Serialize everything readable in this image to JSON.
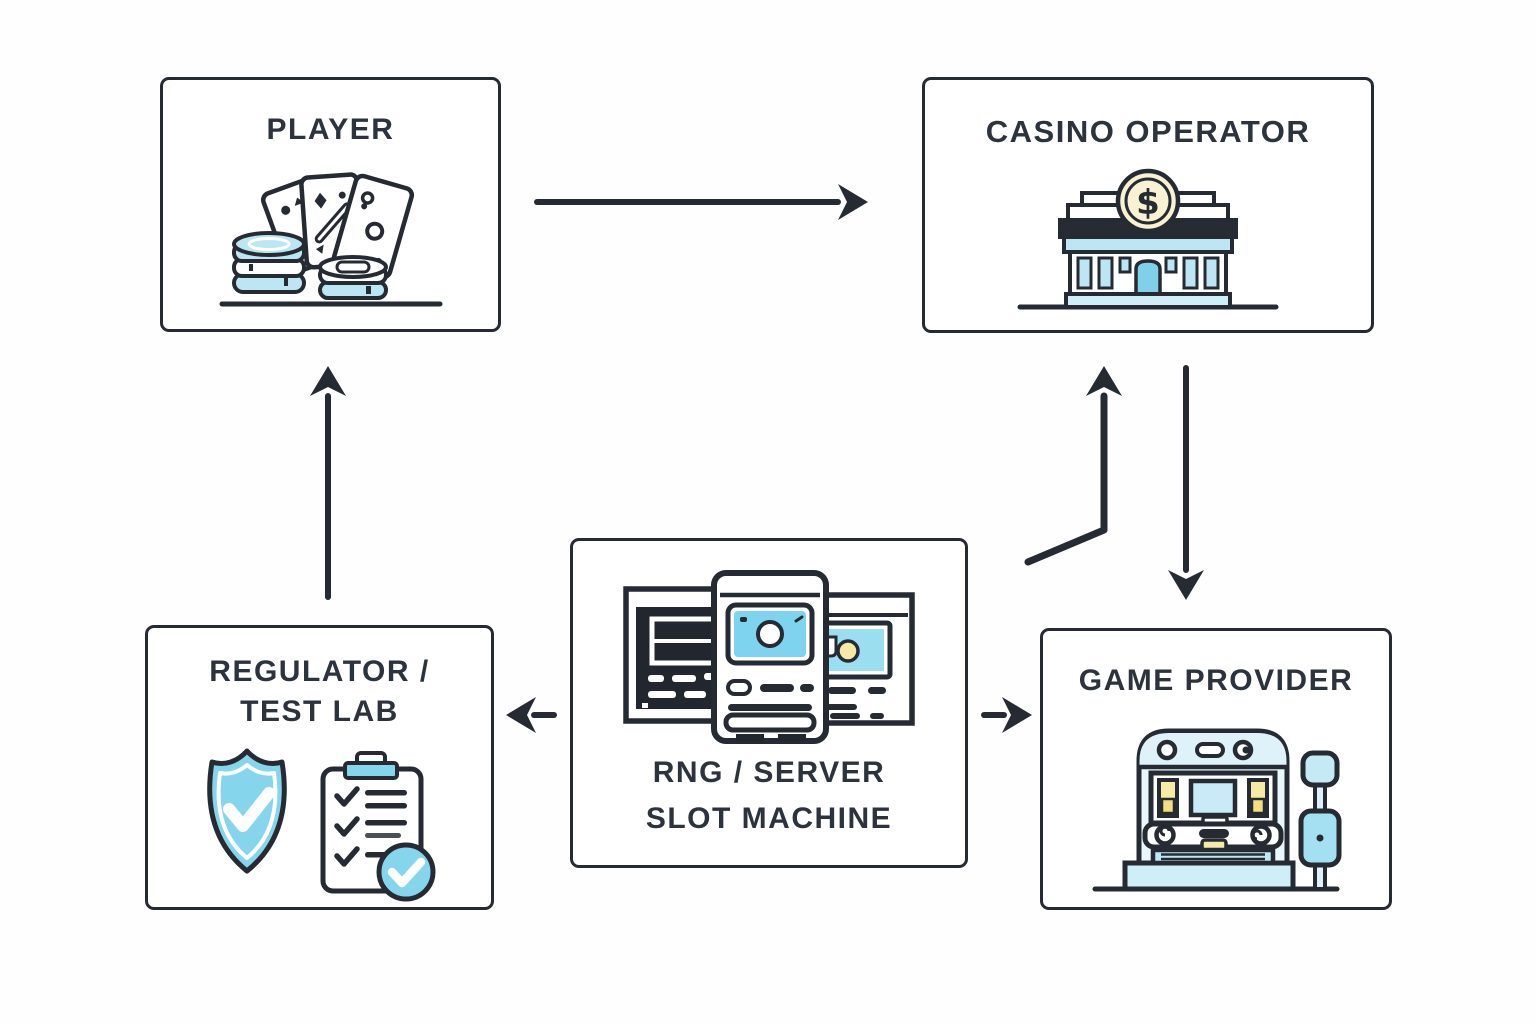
{
  "colors": {
    "background": "#fefefe",
    "outline": "#262b33",
    "text": "#2d333c",
    "sky_blue": "#85d6ec",
    "screen_blue": "#7ed3ee",
    "light_blue": "#bde6f5",
    "pale_blue": "#ddf2fa",
    "dark_panel": "#22262e",
    "cream": "#f8f1d2",
    "yellow": "#f6e9a5",
    "white": "#ffffff"
  },
  "nodes": {
    "player": {
      "label": "PLAYER",
      "icon": "playing-cards-and-chips-icon"
    },
    "casino_operator": {
      "label": "CASINO OPERATOR",
      "icon": "casino-building-dollar-icon"
    },
    "rng_server": {
      "label_line1": "RNG / SERVER",
      "label_line2": "SLOT MACHINE",
      "icon": "server-and-game-screens-icon"
    },
    "regulator": {
      "label_line1": "REGULATOR /",
      "label_line2": "TEST LAB",
      "icon": "shield-check-and-checklist-icon"
    },
    "game_provider": {
      "label": "GAME PROVIDER",
      "icon": "slot-machine-icon"
    }
  },
  "edges": [
    {
      "from": "player",
      "to": "casino_operator",
      "style": "straight-right"
    },
    {
      "from": "regulator",
      "to": "player",
      "style": "straight-up"
    },
    {
      "from": "rng_server",
      "to": "regulator",
      "style": "short-left"
    },
    {
      "from": "rng_server",
      "to": "game_provider",
      "style": "short-right"
    },
    {
      "from": "rng_server",
      "to": "casino_operator",
      "style": "bent-up"
    },
    {
      "from": "casino_operator",
      "to": "game_provider",
      "style": "straight-down"
    }
  ],
  "coin_symbol": "$"
}
